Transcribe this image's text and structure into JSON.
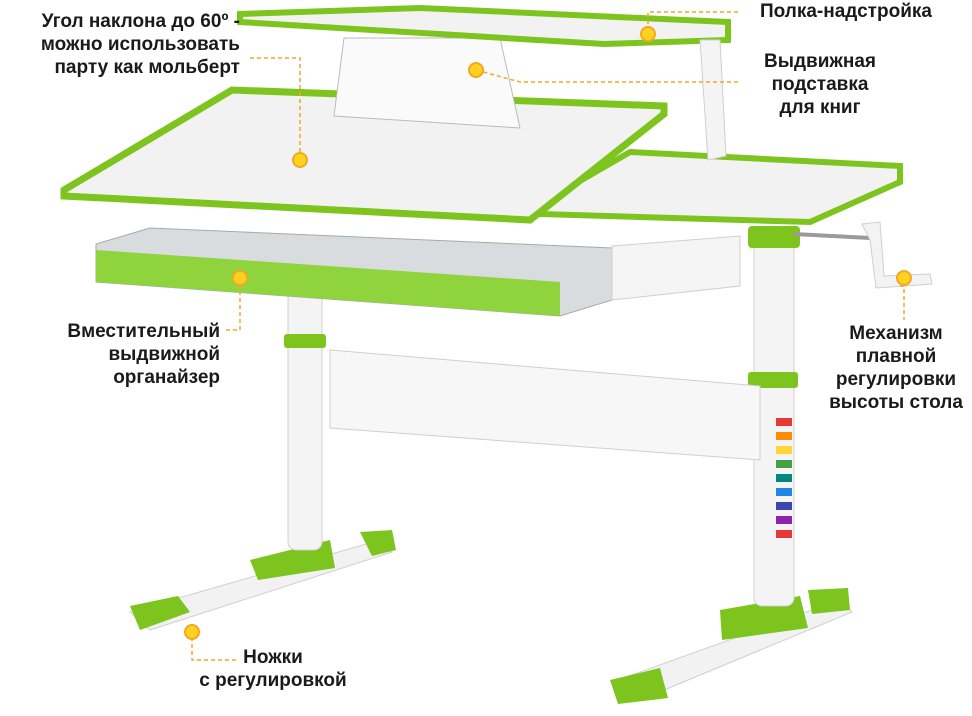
{
  "callouts": {
    "tilt": {
      "lines": [
        "Угол наклона до 60º -",
        "можно использовать",
        "парту как мольберт"
      ]
    },
    "shelf": {
      "lines": [
        "Полка-надстройка"
      ]
    },
    "bookstand": {
      "lines": [
        "Выдвижная",
        "подставка",
        "для книг"
      ]
    },
    "organizer": {
      "lines": [
        "Вместительный",
        "выдвижной",
        "органайзер"
      ]
    },
    "mechanism": {
      "lines": [
        "Механизм",
        "плавной",
        "регулировки",
        "высоты стола"
      ]
    },
    "legs": {
      "lines": [
        "Ножки",
        "с регулировкой"
      ]
    }
  },
  "colors": {
    "accent_green": "#7dc41e",
    "callout_line": "#f5a623",
    "marker_fill": "#ffd21f",
    "text": "#1a1a1a"
  },
  "icons": {
    "marker": "sun-marker-icon"
  }
}
